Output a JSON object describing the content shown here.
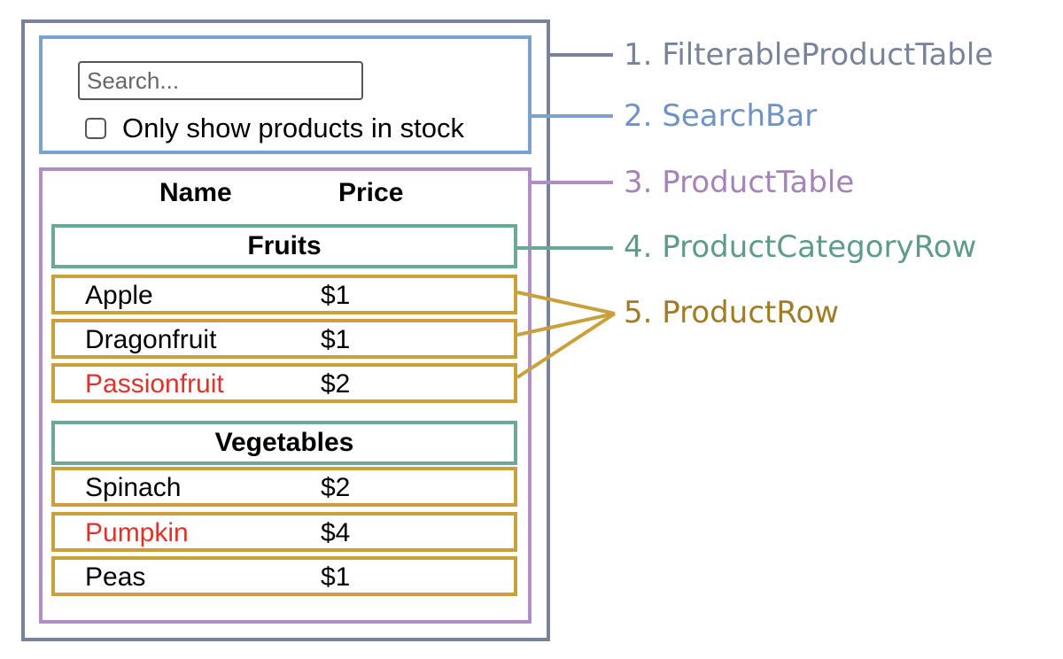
{
  "search_bar": {
    "placeholder": "Search...",
    "checkbox_label": "Only show products in stock"
  },
  "table": {
    "headers": {
      "name": "Name",
      "price": "Price"
    },
    "categories": [
      {
        "label": "Fruits",
        "rows": [
          {
            "name": "Apple",
            "price": "$1",
            "in_stock": true
          },
          {
            "name": "Dragonfruit",
            "price": "$1",
            "in_stock": true
          },
          {
            "name": "Passionfruit",
            "price": "$2",
            "in_stock": false
          }
        ]
      },
      {
        "label": "Vegetables",
        "rows": [
          {
            "name": "Spinach",
            "price": "$2",
            "in_stock": true
          },
          {
            "name": "Pumpkin",
            "price": "$4",
            "in_stock": false
          },
          {
            "name": "Peas",
            "price": "$1",
            "in_stock": true
          }
        ]
      }
    ]
  },
  "annotations": [
    {
      "label": "1. FilterableProductTable",
      "color": "#78839a"
    },
    {
      "label": "2. SearchBar",
      "color": "#6f93c4"
    },
    {
      "label": "3. ProductTable",
      "color": "#a583b8"
    },
    {
      "label": "4. ProductCategoryRow",
      "color": "#5e9b8c"
    },
    {
      "label": "5. ProductRow",
      "color": "#a07c26"
    }
  ],
  "colors": {
    "out_of_stock_text": "#e0322a",
    "filterable_product_table_border": "#78839a",
    "search_bar_border": "#7ba1d1",
    "product_table_border": "#b08dc6",
    "category_row_border": "#6aa89a",
    "product_row_border": "#c9a03c"
  }
}
